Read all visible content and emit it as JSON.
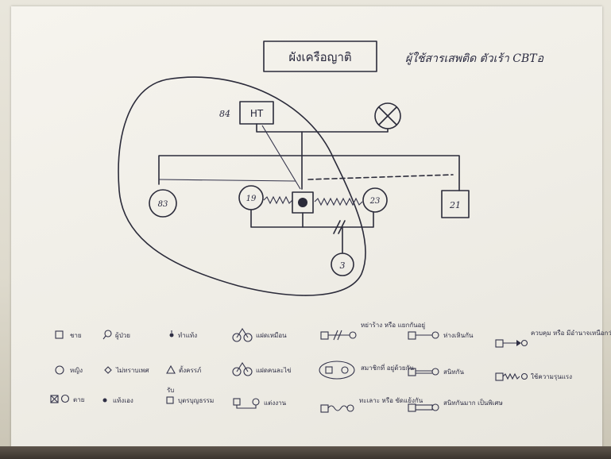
{
  "title": "ผังเครือญาติ",
  "subtitle": "ผู้ใช้สารเสพติด ตัวเร้า CBTอ",
  "members": {
    "father_label": "HT",
    "father_age": "84",
    "client_age": "",
    "left_aunt_age": "83",
    "left_sibling_age": "19",
    "right_sibling_age": "23",
    "brother_age": "21",
    "child_age": "3"
  },
  "legend": {
    "male": "ชาย",
    "female": "หญิง",
    "deceased": "ตาย",
    "patient": "ผู้ป่วย",
    "unknown_sex": "ไม่ทราบเพศ",
    "miscarriage_label": "แท้งเอง",
    "abortion_label": "ทำแท้ง",
    "pregnancy": "ตั้งครรภ์",
    "fraternal_twins": "แฝดคนละไข่",
    "identical_twins": "แฝดเหมือน",
    "adopted_prefix": "รับ",
    "adopted": "บุตรบุญธรรม",
    "married": "แต่งงาน",
    "separated": "หย่าร้าง หรือ แยกกันอยู่",
    "household": "สมาชิกที่ อยู่ด้วยกัน",
    "cohabiting": "ทะเลาะ หรือ ขัดแย้งกัน",
    "distant": "ห่างเหินกัน",
    "close": "สนิทกัน",
    "very_close": "สนิทกันมาก เป็นพิเศษ",
    "cutoff": "ควบคุม หรือ มีอำนาจเหนือกว่า",
    "abuse": "ใช้ความรุนแรง"
  }
}
